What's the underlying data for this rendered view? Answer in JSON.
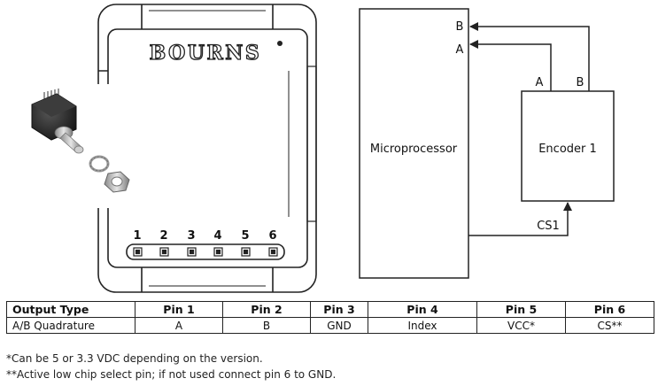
{
  "module": {
    "brand": "BOURNS",
    "pins": [
      "1",
      "2",
      "3",
      "4",
      "5",
      "6"
    ]
  },
  "block_diagram": {
    "microprocessor_label": "Microprocessor",
    "encoder_label": "Encoder 1",
    "mcu_input_b": "B",
    "mcu_input_a": "A",
    "encoder_output_a": "A",
    "encoder_output_b": "B",
    "cs_label": "CS1"
  },
  "table": {
    "headers": [
      "Output Type",
      "Pin 1",
      "Pin 2",
      "Pin 3",
      "Pin 4",
      "Pin 5",
      "Pin 6"
    ],
    "rows": [
      [
        "A/B Quadrature",
        "A",
        "B",
        "GND",
        "Index",
        "VCC*",
        "CS**"
      ]
    ]
  },
  "notes": [
    "*Can be 5 or 3.3 VDC depending on the version.",
    "**Active low chip select pin; if not used connect pin 6 to GND."
  ],
  "colors": {
    "line": "#222222",
    "board_fill": "#ffffff",
    "knob_dark": "#2a2a2a",
    "metal": "#b8b8b8"
  }
}
